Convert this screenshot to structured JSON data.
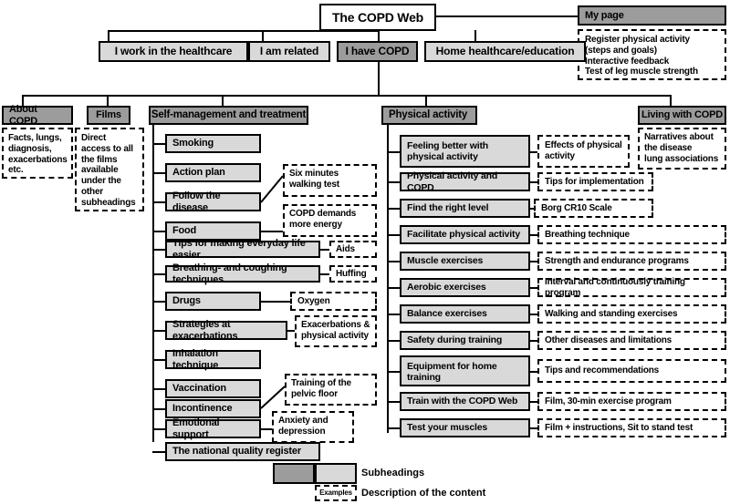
{
  "diagram": {
    "title": "The COPD Web",
    "root": {
      "label": "The COPD Web"
    },
    "my_page": {
      "heading": "My page",
      "description": "Register physical activity (steps and goals)\nInteractive feedback\nTest of leg muscle strength",
      "lines": [
        "Register physical activity",
        "(steps and goals)",
        "Interactive feedback",
        "Test of leg muscle strength"
      ]
    },
    "audience_row": [
      {
        "label": "I work in the healthcare",
        "selected": false
      },
      {
        "label": "I am related",
        "selected": false
      },
      {
        "label": "I have COPD",
        "selected": true
      },
      {
        "label": "Home healthcare/education",
        "selected": false
      }
    ],
    "sections": [
      {
        "heading": "About COPD",
        "description_lines": [
          "Facts, lungs,",
          "diagnosis,",
          "exacerbations",
          "etc."
        ]
      },
      {
        "heading": "Films",
        "description_lines": [
          "Direct",
          "access to all",
          "the films",
          "available",
          "under the",
          "other",
          "subheadings"
        ]
      },
      {
        "heading": "Self-management and treatment",
        "items": [
          {
            "label": "Smoking",
            "example": null
          },
          {
            "label": "Action plan",
            "example": null
          },
          {
            "label": "Follow the disease",
            "example": "Six minutes walking test"
          },
          {
            "label": "Food",
            "example": "COPD demands more energy"
          },
          {
            "label": "Tips for making everyday life easier",
            "example": "Aids"
          },
          {
            "label": "Breathing- and coughing techniques",
            "example": "Huffing"
          },
          {
            "label": "Drugs",
            "example": "Oxygen"
          },
          {
            "label": "Strategies at exacerbations",
            "example": "Exacerbations & physical activity"
          },
          {
            "label": "Inhalation technique",
            "example": null
          },
          {
            "label": "Vaccination",
            "example": null
          },
          {
            "label": "Incontinence",
            "example": "Training of the pelvic floor"
          },
          {
            "label": "Emotional support",
            "example": "Anxiety and depression"
          },
          {
            "label": "The national quality register",
            "example": null
          }
        ]
      },
      {
        "heading": "Physical activity",
        "items": [
          {
            "label": "Feeling better  with physical activity",
            "example": "Effects of physical activity"
          },
          {
            "label": "Physical activity and COPD",
            "example": "Tips for implementation"
          },
          {
            "label": "Find the right level",
            "example": "Borg CR10 Scale"
          },
          {
            "label": "Facilitate physical activity",
            "example": "Breathing technique"
          },
          {
            "label": "Muscle exercises",
            "example": "Strength  and endurance programs"
          },
          {
            "label": "Aerobic exercises",
            "example": "Interval and continuously training program"
          },
          {
            "label": "Balance exercises",
            "example": "Walking and standing exercises"
          },
          {
            "label": "Safety during training",
            "example": "Other diseases and limitations"
          },
          {
            "label": "Equipment for home training",
            "example": "Tips and recommendations"
          },
          {
            "label": "Train with the  COPD Web",
            "example": "Film, 30-min exercise program"
          },
          {
            "label": "Test your muscles",
            "example": "Film +  instructions, Sit to stand test"
          }
        ]
      },
      {
        "heading": "Living with COPD",
        "description_lines": [
          "Narratives about",
          "the disease",
          "lung associations"
        ]
      }
    ],
    "legend": {
      "subheadings_label": "Subheadings",
      "examples_swatch_label": "Examples",
      "description_label": "Description of the content"
    },
    "colors": {
      "heading_fill": "#9c9c9c",
      "item_fill": "#d9d9d9",
      "root_fill": "#ffffff",
      "border": "#000000",
      "background": "#ffffff"
    }
  }
}
